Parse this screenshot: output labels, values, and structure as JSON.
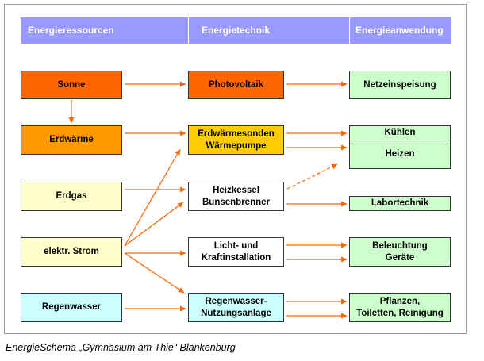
{
  "header": {
    "col1": "Energieressourcen",
    "col2": "Energietechnik",
    "col3": "Energieanwendung"
  },
  "resources": {
    "sonne": "Sonne",
    "erdwaerme": "Erdwärme",
    "erdgas": "Erdgas",
    "strom": "elektr. Strom",
    "regenwasser": "Regenwasser"
  },
  "technik": {
    "photovoltaik": "Photovoltaik",
    "erdwaerme_1": "Erdwärmesonden",
    "erdwaerme_2": "Wärmepumpe",
    "heizkessel_1": "Heizkessel",
    "heizkessel_2": "Bunsenbrenner",
    "licht_1": "Licht- und",
    "licht_2": "Kraftinstallation",
    "regen_1": "Regenwasser-",
    "regen_2": "Nutzungsanlage"
  },
  "anwendung": {
    "netz": "Netzeinspeisung",
    "kuehlen": "Kühlen",
    "heizen": "Heizen",
    "labor": "Labortechnik",
    "beleuchtung_1": "Beleuchtung",
    "beleuchtung_2": "Geräte",
    "pflanzen_1": "Pflanzen,",
    "pflanzen_2": "Toiletten, Reinigung"
  },
  "colors": {
    "header": "#9999ff",
    "sonne": "#ff6600",
    "erdwaerme": "#ff9900",
    "photovoltaik": "#ff6600",
    "erdwaermesonden": "#ffcc00",
    "pale_yellow": "#ffffcc",
    "pale_cyan": "#ccffff",
    "pale_green": "#ccffcc",
    "arrow": "#ff6600"
  },
  "caption": "EnergieSchema „Gymnasium am Thie“ Blankenburg"
}
